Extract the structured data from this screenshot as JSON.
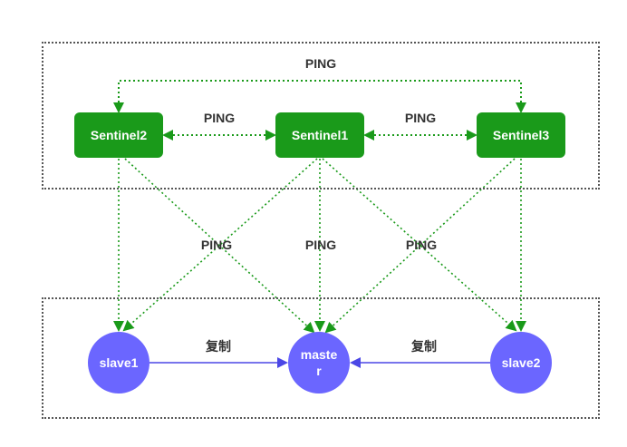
{
  "colors": {
    "sentinel_fill": "#1a9a1a",
    "ping_line": "#1a9a1a",
    "redis_fill": "#6b66ff",
    "replication_line": "#4b47e6",
    "group_border": "#555555"
  },
  "sentinels": {
    "s2": "Sentinel2",
    "s1": "Sentinel1",
    "s3": "Sentinel3"
  },
  "nodes": {
    "slave1": "slave1",
    "master": "master",
    "slave2": "slave2"
  },
  "labels": {
    "ping_top": "PING",
    "ping_s2_s1": "PING",
    "ping_s1_s3": "PING",
    "ping_mid_left": "PING",
    "ping_mid_center": "PING",
    "ping_mid_right": "PING",
    "replicate_left": "复制",
    "replicate_right": "复制"
  }
}
